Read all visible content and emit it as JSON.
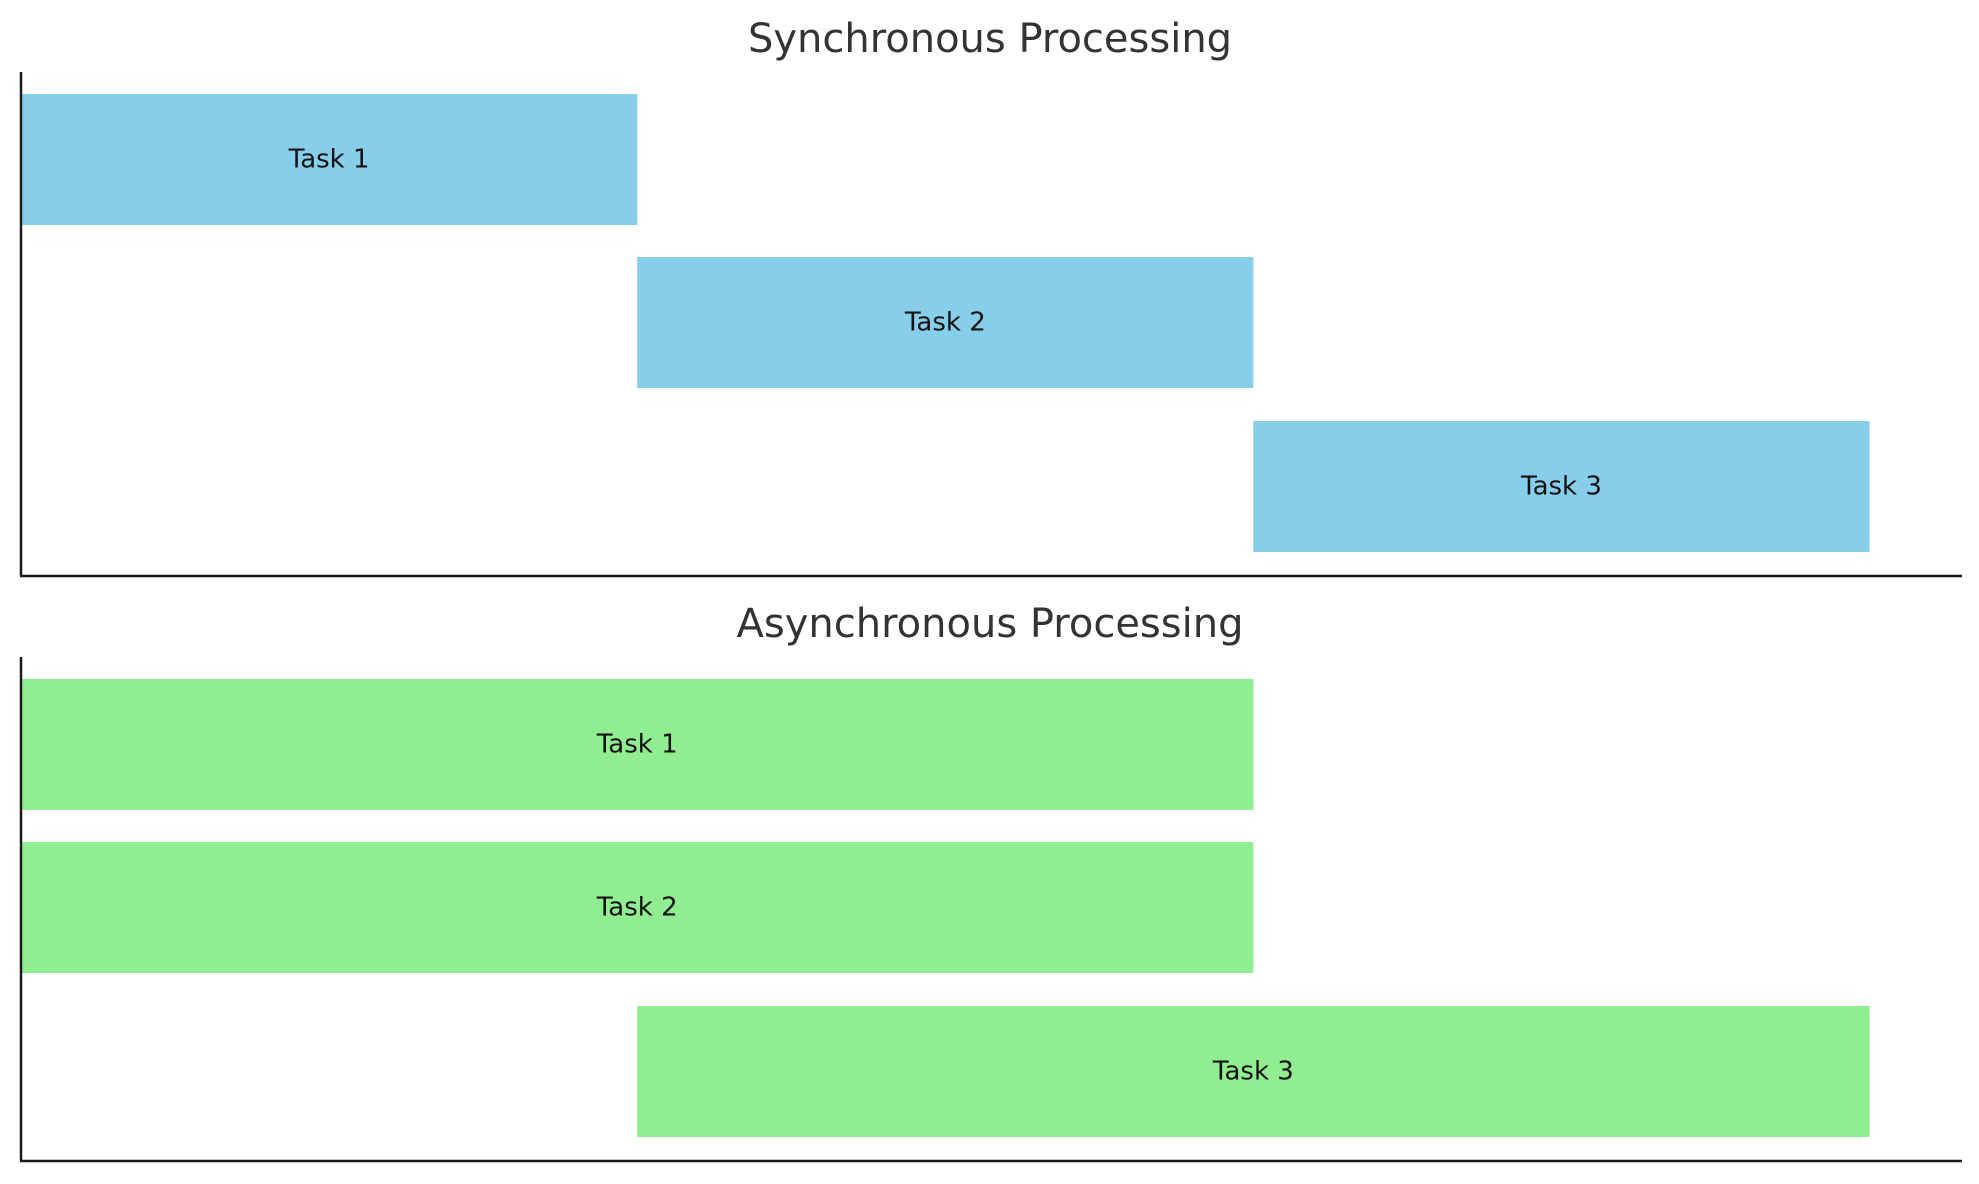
{
  "chart_data": [
    {
      "type": "bar",
      "orientation": "horizontal-timeline",
      "title": "Synchronous Processing",
      "xlabel": "",
      "ylabel": "",
      "xlim": [
        0,
        3.15
      ],
      "categories": [
        "Task 1",
        "Task 2",
        "Task 3"
      ],
      "bars": [
        {
          "label": "Task 1",
          "start": 0,
          "end": 1
        },
        {
          "label": "Task 2",
          "start": 1,
          "end": 2
        },
        {
          "label": "Task 3",
          "start": 2,
          "end": 3
        }
      ],
      "color": "#87CEEB",
      "grid": false,
      "ticks_shown": false
    },
    {
      "type": "bar",
      "orientation": "horizontal-timeline",
      "title": "Asynchronous Processing",
      "xlabel": "",
      "ylabel": "",
      "xlim": [
        0,
        3.15
      ],
      "categories": [
        "Task 1",
        "Task 2",
        "Task 3"
      ],
      "bars": [
        {
          "label": "Task 1",
          "start": 0,
          "end": 2
        },
        {
          "label": "Task 2",
          "start": 0,
          "end": 2
        },
        {
          "label": "Task 3",
          "start": 1,
          "end": 3
        }
      ],
      "color": "#90EE90",
      "grid": false,
      "ticks_shown": false
    }
  ]
}
